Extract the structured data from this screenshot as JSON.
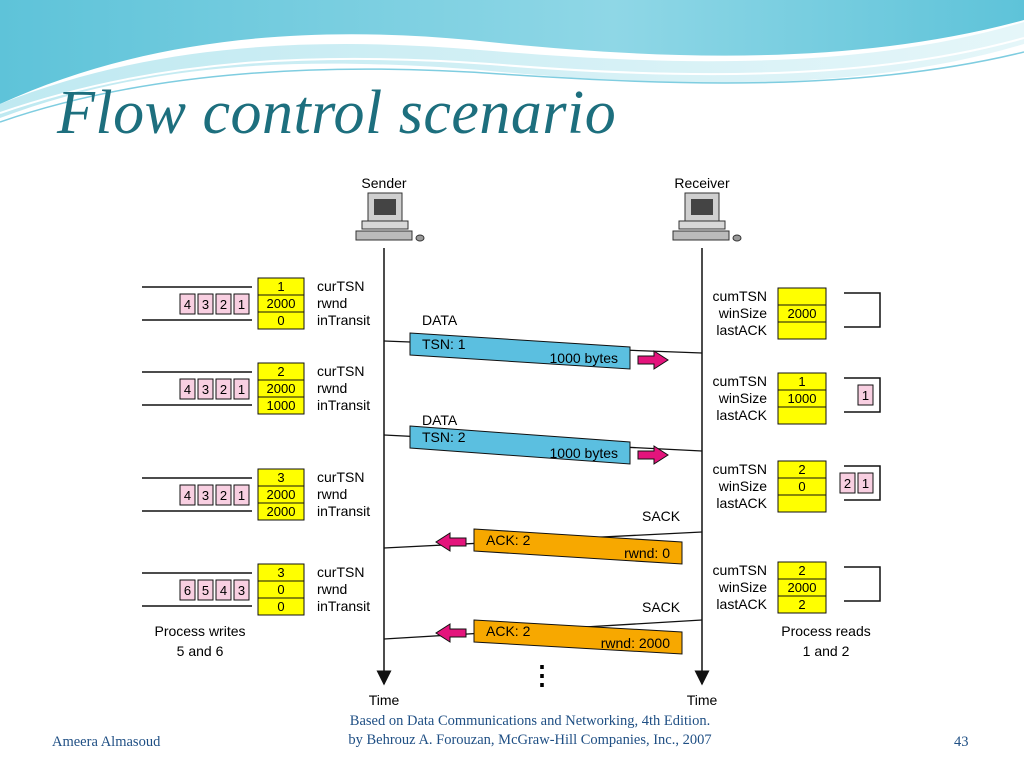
{
  "slide": {
    "title": "Flow control scenario",
    "author": "Ameera Almasoud",
    "source_line1": "Based on Data Communications and Networking, 4th Edition.",
    "source_line2": "by Behrouz A. Forouzan,   McGraw-Hill Companies, Inc., 2007",
    "page_number": "43"
  },
  "colors": {
    "title": "#1d6f7e",
    "footer": "#1f4f84",
    "state_box": "#ffff00",
    "chunk_box": "#f8cfe1",
    "data_packet": "#5bbfe0",
    "sack_packet": "#f7a800",
    "arrow": "#e4147c"
  },
  "diagram": {
    "sender_label": "Sender",
    "receiver_label": "Receiver",
    "time_label": "Time",
    "sender_fields": [
      "curTSN",
      "rwnd",
      "inTransit"
    ],
    "receiver_fields": [
      "cumTSN",
      "winSize",
      "lastACK"
    ],
    "sender_states": [
      {
        "values": [
          "1",
          "2000",
          "0"
        ],
        "chunks": [
          "4",
          "3",
          "2",
          "1"
        ]
      },
      {
        "values": [
          "2",
          "2000",
          "1000"
        ],
        "chunks": [
          "4",
          "3",
          "2",
          "1"
        ]
      },
      {
        "values": [
          "3",
          "2000",
          "2000"
        ],
        "chunks": [
          "4",
          "3",
          "2",
          "1"
        ]
      },
      {
        "values": [
          "3",
          "0",
          "0"
        ],
        "chunks": [
          "6",
          "5",
          "4",
          "3"
        ]
      }
    ],
    "receiver_states": [
      {
        "values": [
          "",
          "2000",
          ""
        ],
        "chunks": []
      },
      {
        "values": [
          "1",
          "1000",
          ""
        ],
        "chunks": [
          "1"
        ]
      },
      {
        "values": [
          "2",
          "0",
          ""
        ],
        "chunks": [
          "2",
          "1"
        ]
      },
      {
        "values": [
          "2",
          "2000",
          "2"
        ],
        "chunks": []
      }
    ],
    "messages": [
      {
        "kind": "DATA",
        "left_text": "TSN: 1",
        "right_text": "1000 bytes"
      },
      {
        "kind": "DATA",
        "left_text": "TSN: 2",
        "right_text": "1000 bytes"
      },
      {
        "kind": "SACK",
        "left_text": "ACK: 2",
        "right_text": "rwnd: 0"
      },
      {
        "kind": "SACK",
        "left_text": "ACK: 2",
        "right_text": "rwnd: 2000"
      }
    ],
    "sender_note": [
      "Process writes",
      "5 and 6"
    ],
    "receiver_note": [
      "Process reads",
      "1 and 2"
    ],
    "continuation": "⋮"
  }
}
